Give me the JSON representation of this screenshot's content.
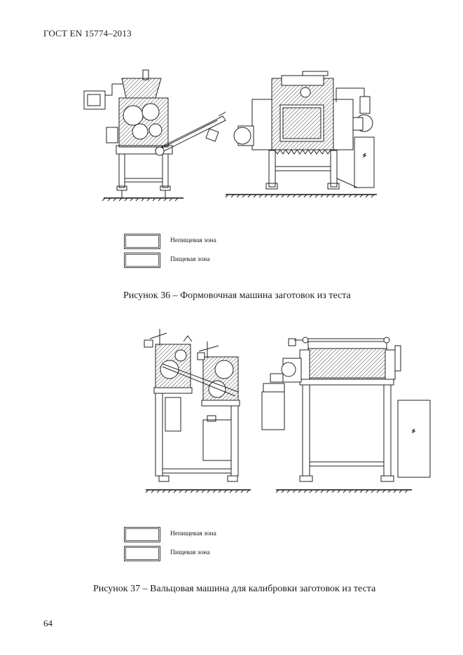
{
  "header": {
    "standard": "ГОСТ EN 15774–2013"
  },
  "figure36": {
    "caption": "Рисунок 36 – Формовочная машина заготовок из теста",
    "legend": [
      {
        "label": "Непищевая зона"
      },
      {
        "label": "Пищевая зона"
      }
    ]
  },
  "figure37": {
    "caption": "Рисунок 37 – Вальцовая машина для калибровки заготовок из теста",
    "legend": [
      {
        "label": "Непищевая зона"
      },
      {
        "label": "Пищевая зона"
      }
    ]
  },
  "footer": {
    "page_number": "64"
  }
}
